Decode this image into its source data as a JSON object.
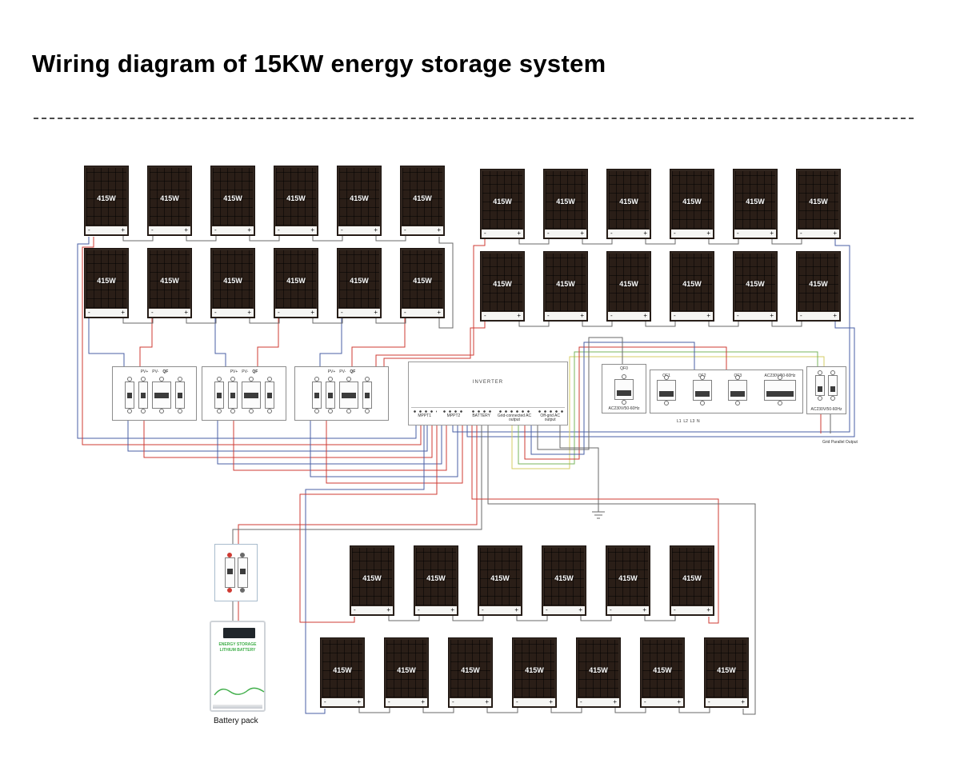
{
  "title": "Wiring diagram of 15KW energy storage system",
  "palette": {
    "wire_red": "#cf3b33",
    "wire_blue": "#4a5fa5",
    "wire_black": "#6a6a6a",
    "wire_yellow": "#d6ce66",
    "wire_green": "#79b55c",
    "battery_green": "#3fae49"
  },
  "pv_panel": {
    "label": "415W",
    "negative": "-",
    "positive": "+"
  },
  "pv_arrays": [
    {
      "id": "top-left-row-1",
      "count": 6
    },
    {
      "id": "top-right-row-1",
      "count": 6
    },
    {
      "id": "top-left-row-2",
      "count": 6
    },
    {
      "id": "top-right-row-2",
      "count": 6
    },
    {
      "id": "bottom-row-1",
      "count": 6
    },
    {
      "id": "bottom-row-2",
      "count": 7
    }
  ],
  "combiner": {
    "fuse_pos": "PV+",
    "fuse_neg": "PV-",
    "breaker": "QF"
  },
  "inverter": {
    "label": "INVERTER",
    "terminals": [
      "MPPT1",
      "MPPT2",
      "BATTERY",
      "Grid-connected AC output",
      "Off-grid AC output"
    ]
  },
  "ac": {
    "qf0_label": "QF0",
    "qf0_rating": "AC230V/50-60Hz",
    "breaker_labels": [
      "QF1",
      "QF2",
      "QF3"
    ],
    "main_rating": "AC230V/50-60Hz",
    "phases": "L1  L2  L3  N",
    "output_rating": "AC230V/50-60Hz",
    "grid_label": "Grid Parallel Output"
  },
  "battery": {
    "brand_line1": "ENERGY STORAGE",
    "brand_line2": "LITHIUM BATTERY",
    "caption": "Battery pack"
  }
}
